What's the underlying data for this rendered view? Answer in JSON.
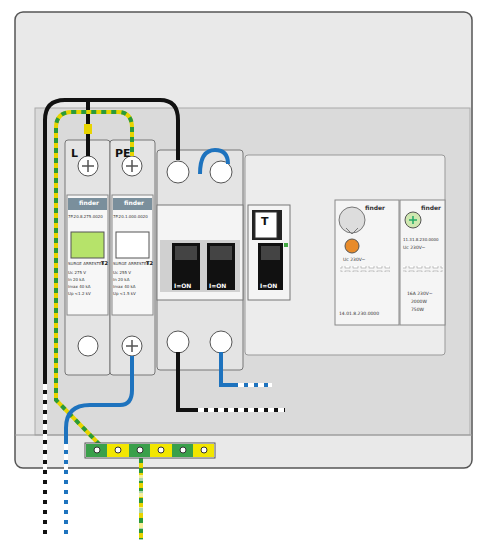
{
  "diagram": {
    "nodes": [
      {
        "text": [
          "L",
          "finder",
          "7P.20.8.275.0020",
          "SURGE ARRESTER",
          "T2",
          "Uc 275 V",
          "In 20 kA",
          "Imax 40 kA",
          "Up <1.2 kV"
        ]
      },
      {
        "text": [
          "PE",
          "finder",
          "7P.20.1.000.0020",
          "SURGE ARRESTER",
          "T2",
          "Uc 255 V",
          "In 20 kA",
          "Imax 40 kA",
          "Up <1.5 kV"
        ]
      },
      {
        "text": [
          "I=ON",
          "I=ON"
        ]
      },
      {
        "text": [
          "T",
          "I=ON"
        ]
      },
      {
        "text": [
          "finder",
          "Uc 230V~",
          "14.01.8.230.0000"
        ]
      },
      {
        "text": [
          "finder",
          "11.31.8.230.0000",
          "Uc 230V~",
          "16A 230V~",
          "2000W",
          "750W"
        ]
      }
    ]
  }
}
